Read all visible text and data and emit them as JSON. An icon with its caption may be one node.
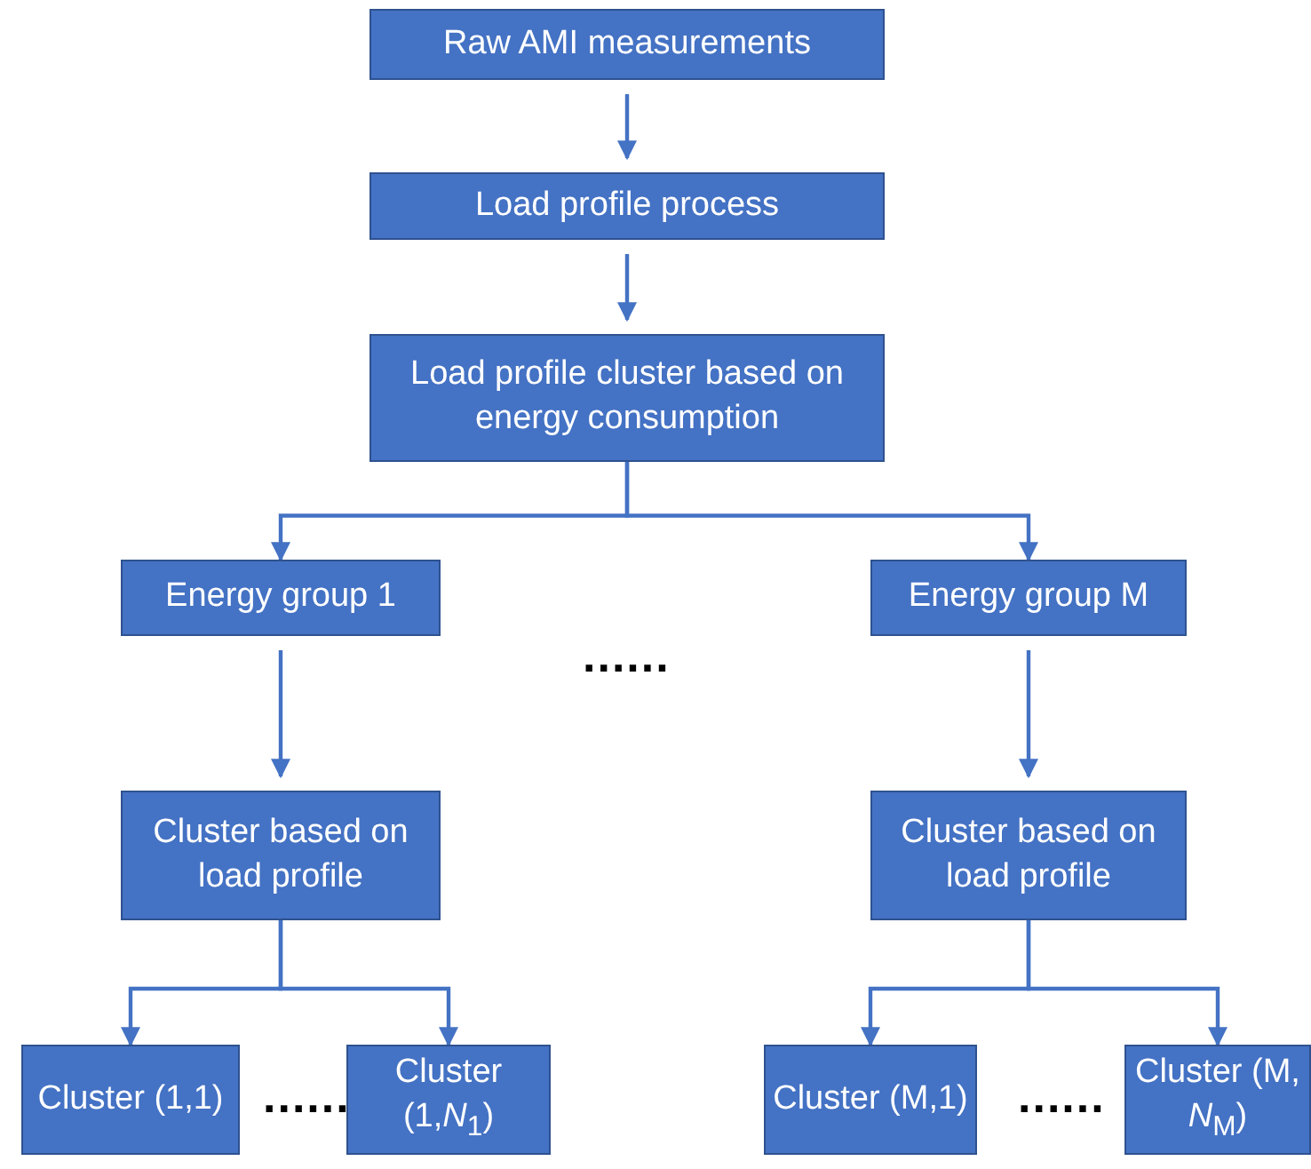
{
  "diagram": {
    "nodes": [
      {
        "text": [
          "Raw AMI measurements"
        ]
      },
      {
        "text": [
          "Load profile process"
        ]
      },
      {
        "text": [
          "Load profile cluster based on energy consumption"
        ]
      },
      {
        "text": [
          "Energy group 1"
        ]
      },
      {
        "text": [
          "Energy group M"
        ]
      },
      {
        "text": [
          "Cluster based on load profile"
        ]
      },
      {
        "text": [
          "Cluster based on load profile"
        ]
      },
      {
        "text": [
          "Cluster (1,1)"
        ]
      },
      {
        "text": [
          "Cluster (1,*N*$_{1}$)"
        ]
      },
      {
        "text": [
          "Cluster (M,1)"
        ]
      },
      {
        "text": [
          "Cluster (M, *N*$_{M}$)"
        ]
      }
    ],
    "edges": [
      {
        "from": 0,
        "to": 1,
        "arrow": "to"
      },
      {
        "from": 1,
        "to": 2,
        "arrow": "to"
      },
      {
        "from": 2,
        "to": 3,
        "arrow": "to"
      },
      {
        "from": 2,
        "to": 4,
        "arrow": "to"
      },
      {
        "from": 3,
        "to": 5,
        "arrow": "to"
      },
      {
        "from": 4,
        "to": 6,
        "arrow": "to"
      },
      {
        "from": 5,
        "to": 7,
        "arrow": "to"
      },
      {
        "from": 5,
        "to": 8,
        "arrow": "to"
      },
      {
        "from": 6,
        "to": 9,
        "arrow": "to"
      },
      {
        "from": 6,
        "to": 10,
        "arrow": "to"
      }
    ],
    "labels": [
      "......",
      "......",
      "......"
    ]
  }
}
